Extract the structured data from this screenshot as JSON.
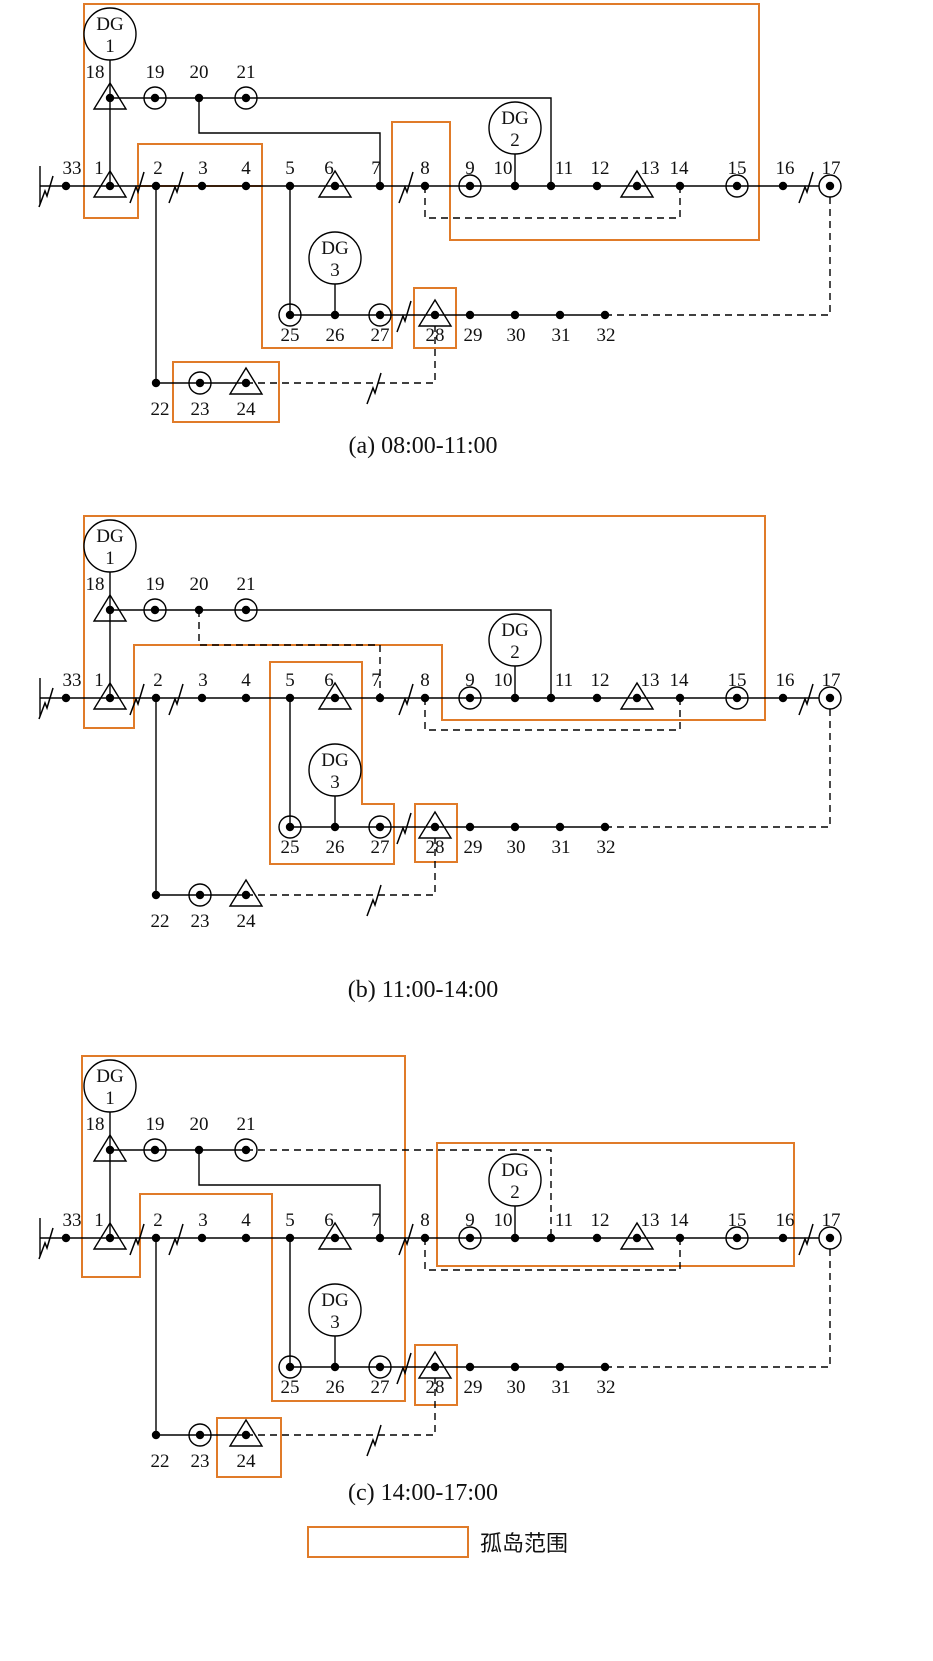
{
  "panels": [
    {
      "id": "a",
      "caption": "(a) 08:00-11:00"
    },
    {
      "id": "b",
      "caption": "(b) 11:00-14:00"
    },
    {
      "id": "c",
      "caption": "(c) 14:00-17:00"
    }
  ],
  "dg_labels": {
    "dg": "DG",
    "n1": "1",
    "n2": "2",
    "n3": "3"
  },
  "node_labels": [
    "1",
    "2",
    "3",
    "4",
    "5",
    "6",
    "7",
    "8",
    "9",
    "10",
    "11",
    "12",
    "13",
    "14",
    "15",
    "16",
    "17",
    "18",
    "19",
    "20",
    "21",
    "22",
    "23",
    "24",
    "25",
    "26",
    "27",
    "28",
    "29",
    "30",
    "31",
    "32",
    "33"
  ],
  "legend": {
    "label": "孤岛范围"
  },
  "colors": {
    "island": "#E07B29",
    "line": "#000000"
  }
}
